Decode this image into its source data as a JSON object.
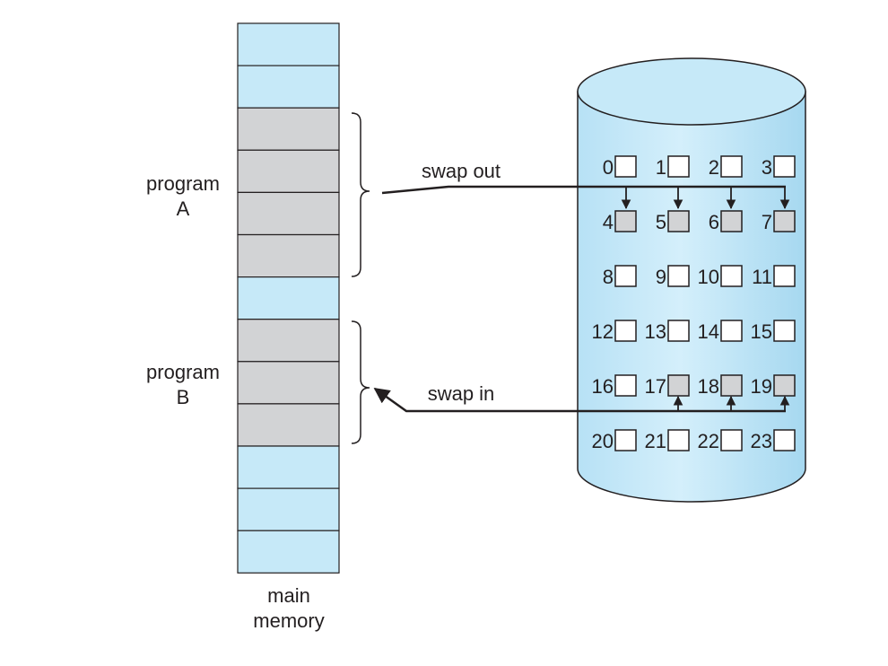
{
  "memory": {
    "label_line1": "main",
    "label_line2": "memory",
    "blocks": [
      "free",
      "free",
      "A",
      "A",
      "A",
      "A",
      "free",
      "B",
      "B",
      "B",
      "free",
      "free",
      "free"
    ]
  },
  "program_a": {
    "line1": "program",
    "line2": "A"
  },
  "program_b": {
    "line1": "program",
    "line2": "B"
  },
  "swap_out": {
    "label": "swap out"
  },
  "swap_in": {
    "label": "swap in"
  },
  "disk": {
    "rows": [
      [
        {
          "n": "0",
          "filled": false
        },
        {
          "n": "1",
          "filled": false
        },
        {
          "n": "2",
          "filled": false
        },
        {
          "n": "3",
          "filled": false
        }
      ],
      [
        {
          "n": "4",
          "filled": true
        },
        {
          "n": "5",
          "filled": true
        },
        {
          "n": "6",
          "filled": true
        },
        {
          "n": "7",
          "filled": true
        }
      ],
      [
        {
          "n": "8",
          "filled": false
        },
        {
          "n": "9",
          "filled": false
        },
        {
          "n": "10",
          "filled": false
        },
        {
          "n": "11",
          "filled": false
        }
      ],
      [
        {
          "n": "12",
          "filled": false
        },
        {
          "n": "13",
          "filled": false
        },
        {
          "n": "14",
          "filled": false
        },
        {
          "n": "15",
          "filled": false
        }
      ],
      [
        {
          "n": "16",
          "filled": false
        },
        {
          "n": "17",
          "filled": true
        },
        {
          "n": "18",
          "filled": true
        },
        {
          "n": "19",
          "filled": true
        }
      ],
      [
        {
          "n": "20",
          "filled": false
        },
        {
          "n": "21",
          "filled": false
        },
        {
          "n": "22",
          "filled": false
        },
        {
          "n": "23",
          "filled": false
        }
      ]
    ]
  },
  "colors": {
    "free_block": "#c6e9f8",
    "used_block": "#d2d3d5",
    "stroke": "#231f20",
    "cylinder": "#c6e9f8",
    "cylinder_shade": "#a9daf1",
    "slot_empty": "#ffffff",
    "slot_filled": "#d2d3d5"
  }
}
